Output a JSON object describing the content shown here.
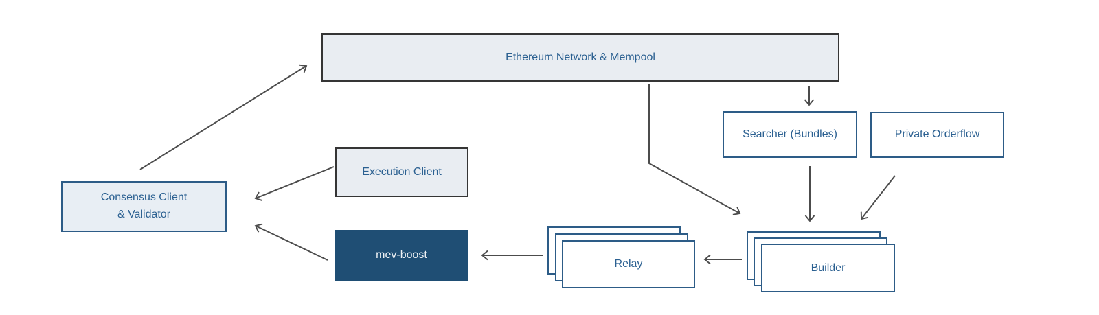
{
  "diagram": {
    "nodes": {
      "ethereum": {
        "label": "Ethereum Network & Mempool"
      },
      "searcher": {
        "label": "Searcher (Bundles)"
      },
      "private_orderflow": {
        "label": "Private Orderflow"
      },
      "execution": {
        "label": "Execution Client"
      },
      "consensus": {
        "label": "Consensus Client\n& Validator"
      },
      "mev_boost": {
        "label": "mev-boost"
      },
      "relay": {
        "label": "Relay",
        "stacked_copies": 3
      },
      "builder": {
        "label": "Builder",
        "stacked_copies": 3
      }
    },
    "edges": [
      {
        "from": "consensus",
        "to": "ethereum"
      },
      {
        "from": "ethereum",
        "to": "searcher"
      },
      {
        "from": "ethereum",
        "to": "builder"
      },
      {
        "from": "searcher",
        "to": "builder"
      },
      {
        "from": "private_orderflow",
        "to": "builder"
      },
      {
        "from": "builder",
        "to": "relay"
      },
      {
        "from": "relay",
        "to": "mev_boost"
      },
      {
        "from": "mev_boost",
        "to": "consensus"
      },
      {
        "from": "execution",
        "to": "consensus"
      }
    ]
  },
  "colors": {
    "accent": "#2d5c87",
    "text_blue": "#2b6091",
    "dark_fill": "#1f4e74",
    "dark_fill_text": "#eef1f4",
    "light_fill": "#e9edf2",
    "light_fill_blue": "#e8eef4",
    "dark_border": "#353535",
    "arrow_color": "#4c4c4c",
    "background": "#ffffff"
  }
}
